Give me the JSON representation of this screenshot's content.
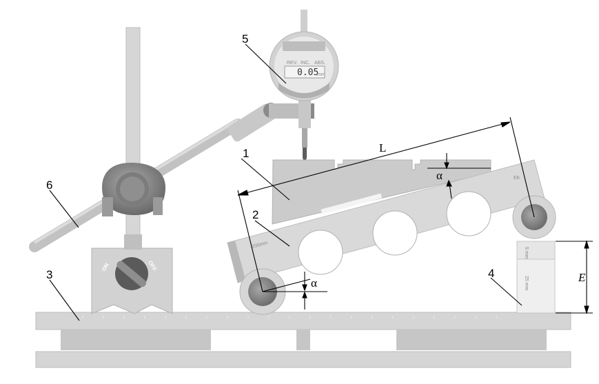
{
  "labels": {
    "part_1": "1",
    "part_2": "2",
    "part_3": "3",
    "part_4": "4",
    "part_5": "5",
    "part_6": "6",
    "length": "L",
    "angle_top": "α",
    "angle_bottom": "α",
    "height": "E"
  },
  "indicator": {
    "reading": "0.05",
    "unit": "mm",
    "buttons": [
      "REV.",
      "INC.",
      "ABS."
    ]
  },
  "switch": {
    "on": "ON",
    "off": "OFF"
  },
  "bar": {
    "scale_text": "200mm",
    "brand": "EK"
  },
  "gauge_blocks": {
    "upper": "5 mm",
    "lower": "25 mm"
  },
  "colors": {
    "light_gray": "#d8d8d8",
    "mid_gray": "#c2c2c2",
    "dark_gray": "#8c8c8c",
    "line": "#000000"
  }
}
